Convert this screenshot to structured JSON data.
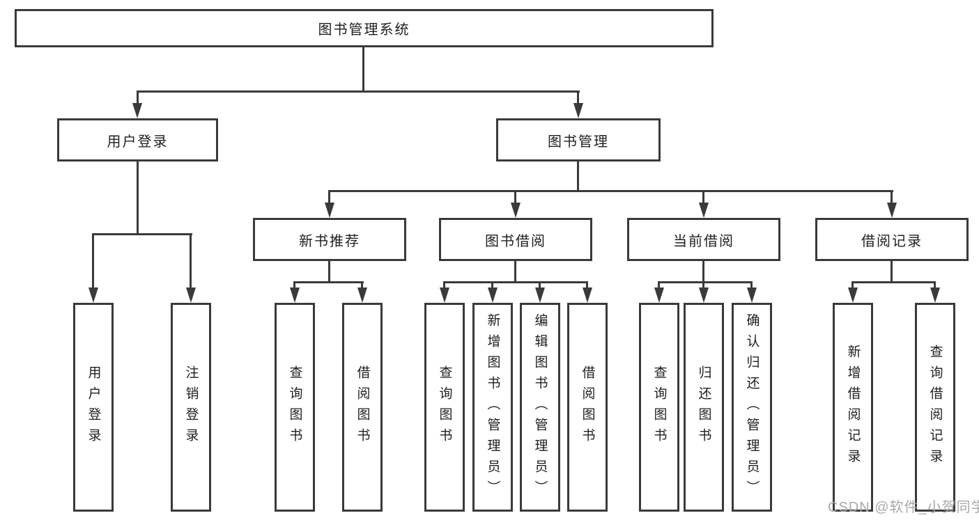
{
  "diagram": {
    "root": {
      "label": "图书管理系统"
    },
    "branches": [
      {
        "label": "用户登录",
        "children": [
          "用户登录",
          "注销登录"
        ]
      },
      {
        "label": "图书管理",
        "children": [
          {
            "label": "新书推荐",
            "children": [
              "查询图书",
              "借阅图书"
            ]
          },
          {
            "label": "图书借阅",
            "children": [
              "查询图书",
              "新增图书（管理员）",
              "编辑图书（管理员）",
              "借阅图书"
            ]
          },
          {
            "label": "当前借阅",
            "children": [
              "查询图书",
              "归还图书",
              "确认归还（管理员）"
            ]
          },
          {
            "label": "借阅记录",
            "children": [
              "新增借阅记录",
              "查询借阅记录"
            ]
          }
        ]
      }
    ]
  },
  "watermark": {
    "text": "CSDN @软件_小贺同学"
  },
  "colors": {
    "line": "#3a3a3a",
    "text": "#1f1f1f",
    "watermark": "#a9a9a9",
    "background": "#ffffff"
  }
}
